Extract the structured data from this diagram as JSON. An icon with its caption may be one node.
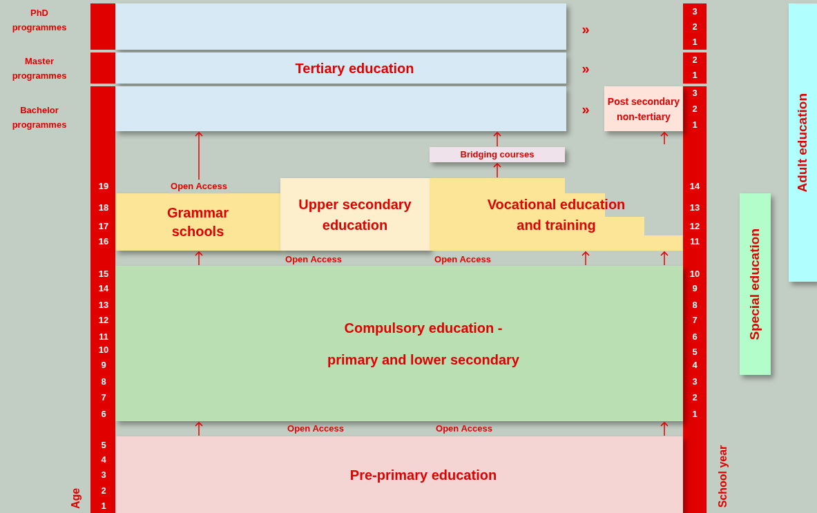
{
  "diagram": {
    "nodes": [
      {
        "text": [],
        "shape": "box"
      },
      {
        "text": [
          "Tertiary education"
        ]
      },
      {
        "text": [],
        "shape": "box"
      },
      {
        "text": [
          "Post secondary non-tertiary"
        ]
      },
      {
        "text": [
          "Bridging courses"
        ]
      },
      {
        "text": [
          "Grammar schools"
        ]
      },
      {
        "text": [
          "Upper secondary education"
        ]
      },
      {
        "text": [
          "Vocational education and training"
        ]
      },
      {
        "text": [
          "Compulsory education -",
          "primary and lower secondary"
        ]
      },
      {
        "text": [
          "Pre-primary education"
        ]
      },
      {
        "text": [
          "Special education"
        ]
      },
      {
        "text": [
          "Adult education"
        ]
      }
    ],
    "edges": [
      {
        "from": 5,
        "to": 2,
        "arrow": "to",
        "label": "Open Access"
      },
      {
        "from": 4,
        "to": 2,
        "arrow": "to"
      },
      {
        "from": 7,
        "to": 4,
        "arrow": "to"
      },
      {
        "from": null,
        "to": 3,
        "arrow": "to"
      },
      {
        "from": 8,
        "to": 5,
        "arrow": "to"
      },
      {
        "from": 8,
        "to": 7,
        "arrow": "to"
      },
      {
        "from": 8,
        "to": 7,
        "arrow": "to"
      },
      {
        "from": 9,
        "to": 8,
        "arrow": "to"
      },
      {
        "from": 9,
        "to": 8,
        "arrow": "to"
      }
    ],
    "labels": [
      "PhD programmes",
      "»",
      "3",
      "2",
      "1",
      "Master programmes",
      "»",
      "2",
      "1",
      "Bachelor programmes",
      "»",
      "3",
      "2",
      "1",
      "19",
      "14",
      "18",
      "13",
      "17",
      "12",
      "16",
      "11",
      "Open Access",
      "Open Access",
      "15",
      "10",
      "14",
      "9",
      "13",
      "8",
      "12",
      "7",
      "11",
      "6",
      "10",
      "5",
      "9",
      "4",
      "8",
      "3",
      "7",
      "2",
      "6",
      "1",
      "Open Access",
      "Open Access",
      "5",
      "4",
      "3",
      "2",
      "1",
      "Age",
      "School year"
    ]
  }
}
